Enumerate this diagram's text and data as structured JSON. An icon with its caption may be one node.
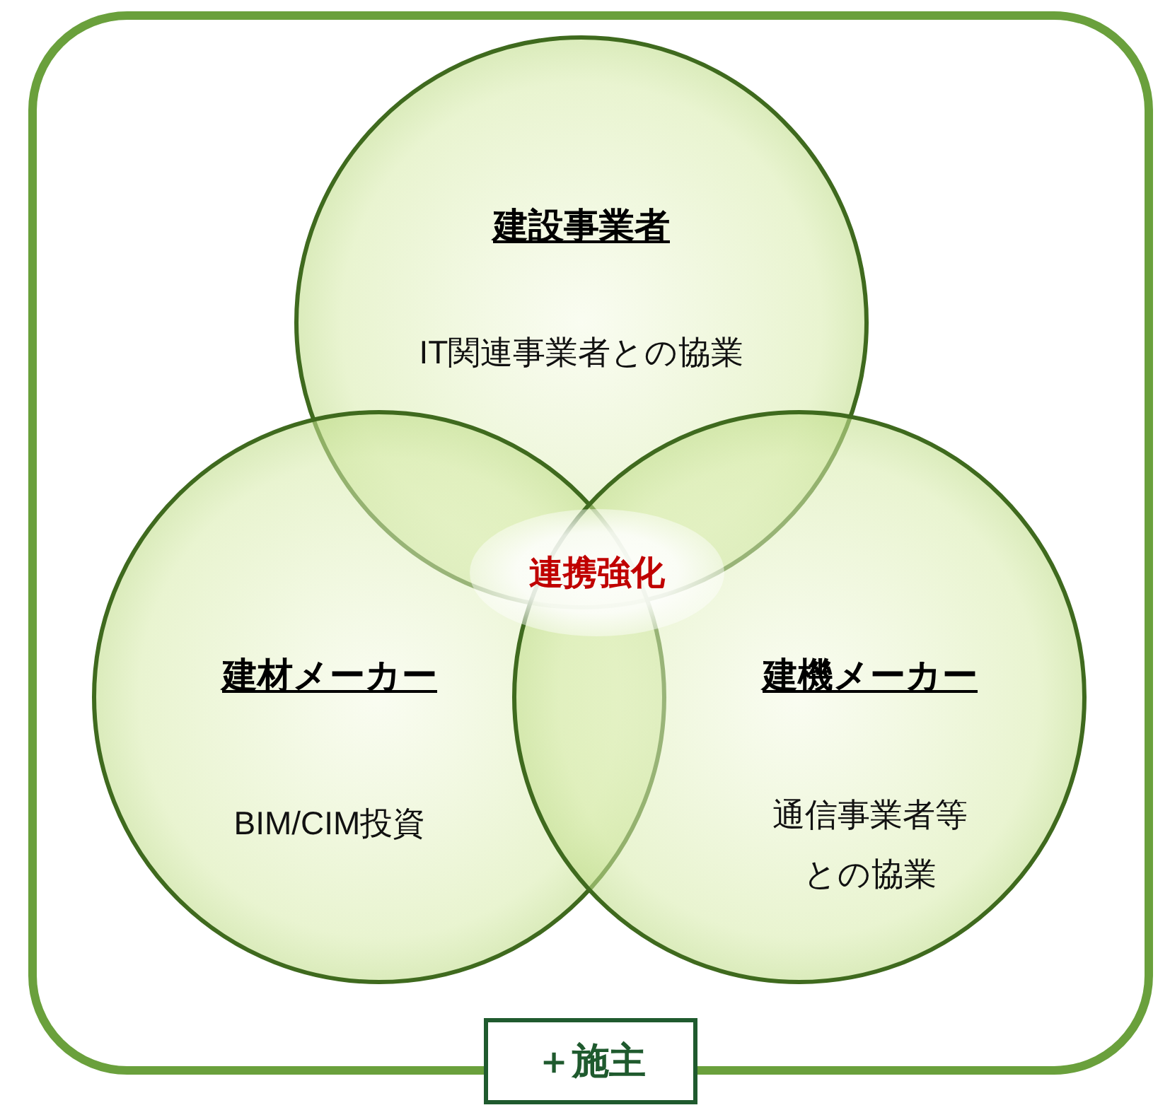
{
  "diagram": {
    "nodes": [
      {
        "text": [
          "＋施主"
        ]
      },
      {
        "text": [
          "建設事業者",
          "IT関連事業者との協業"
        ],
        "in": 0
      },
      {
        "text": [
          "建材メーカー",
          "BIM/CIM投資"
        ],
        "in": 0
      },
      {
        "text": [
          "建機メーカー",
          "通信事業者等との協業"
        ],
        "in": 0
      },
      {
        "text": [
          "連携強化"
        ],
        "in": 0
      }
    ]
  }
}
